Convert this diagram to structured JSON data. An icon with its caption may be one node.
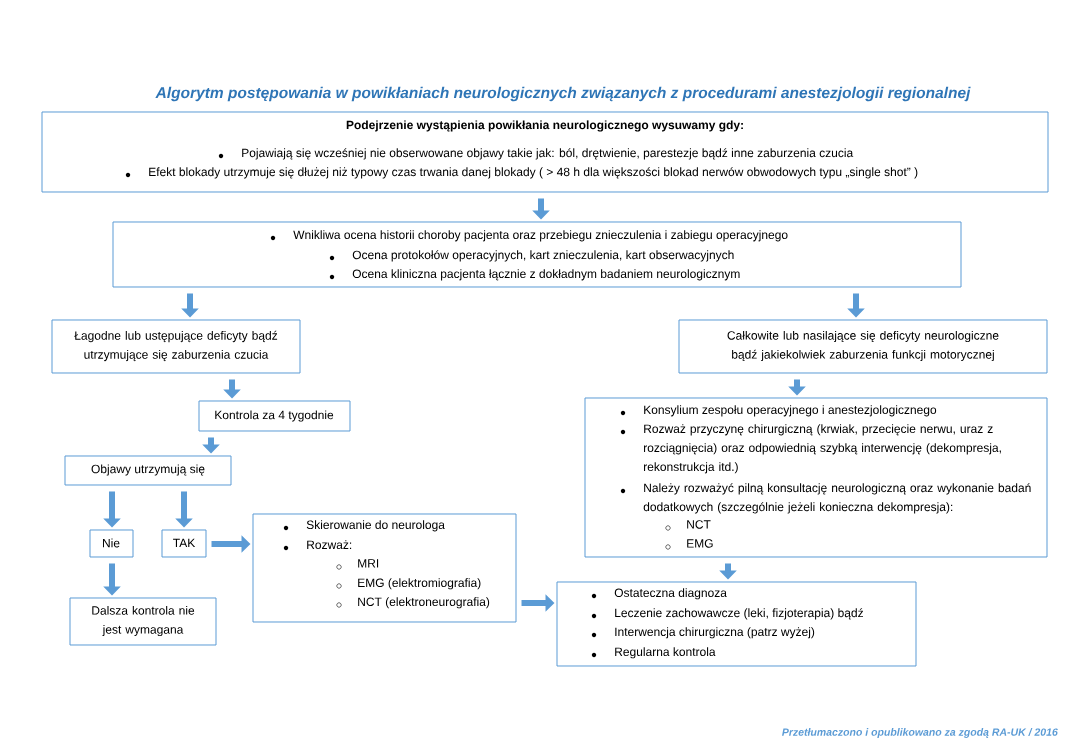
{
  "diagram": {
    "title": "Algorytm postępowania w powikłaniach neurologicznych związanych z procedurami anestezjologii regionalnej",
    "nodes": [
      {
        "text": [
          "Podejrzenie wystąpienia powikłania neurologicznego wysuwamy gdy:",
          "Pojawiają się wcześniej nie obserwowane objawy takie jak: ból, drętwienie, parestezje bądź inne zaburzenia czucia",
          "Efekt blokady utrzymuje się dłużej niż typowy czas trwania danej blokady  ( > 48 h dla większości blokad nerwów obwodowych typu „single shot” )"
        ]
      },
      {
        "text": [
          "Wnikliwa ocena historii choroby pacjenta oraz przebiegu znieczulenia i zabiegu operacyjnego",
          "Ocena protokołów operacyjnych, kart znieczulenia, kart obserwacyjnych",
          "Ocena kliniczna pacjenta łącznie z dokładnym badaniem neurologicznym"
        ]
      },
      {
        "text": [
          "Łagodne lub ustępujące deficyty bądź utrzymujące się zaburzenia czucia"
        ]
      },
      {
        "text": [
          "Całkowite lub nasilające się deficyty neurologiczne bądź jakiekolwiek zaburzenia funkcji motorycznej"
        ]
      },
      {
        "text": [
          "Kontrola za 4 tygodnie"
        ]
      },
      {
        "text": [
          "Objawy utrzymują się"
        ]
      },
      {
        "text": [
          "Nie"
        ]
      },
      {
        "text": [
          "TAK"
        ]
      },
      {
        "text": [
          "Dalsza kontrola nie jest wymagana"
        ]
      },
      {
        "text": [
          "Skierowanie do neurologa",
          "Rozważ:",
          "MRI",
          "EMG (elektromiografia)",
          "NCT (elektroneurografia)"
        ]
      },
      {
        "text": [
          "Konsylium zespołu operacyjnego i anestezjologicznego",
          "Rozważ przyczynę chirurgiczną (krwiak, przecięcie nerwu, uraz z rozciągnięcia) oraz odpowiednią szybką interwencję (dekompresja, rekonstrukcja itd.)",
          "Należy rozważyć pilną konsultację neurologiczną oraz wykonanie badań dodatkowych (szczególnie jeżeli konieczna dekompresja):",
          "NCT",
          "EMG"
        ]
      },
      {
        "text": [
          "Ostateczna diagnoza",
          "Leczenie zachowawcze (leki, fizjoterapia) bądź",
          "Interwencja chirurgiczna (patrz wyżej)",
          "Regularna kontrola"
        ]
      }
    ],
    "edges": [
      {
        "from": 0,
        "to": 1,
        "arrow": "to"
      },
      {
        "from": 1,
        "to": 2,
        "arrow": "to"
      },
      {
        "from": 1,
        "to": 3,
        "arrow": "to"
      },
      {
        "from": 2,
        "to": 4,
        "arrow": "to"
      },
      {
        "from": 4,
        "to": 5,
        "arrow": "to"
      },
      {
        "from": 5,
        "to": 6,
        "arrow": "to"
      },
      {
        "from": 5,
        "to": 7,
        "arrow": "to"
      },
      {
        "from": 6,
        "to": 8,
        "arrow": "to"
      },
      {
        "from": 7,
        "to": 9,
        "arrow": "to"
      },
      {
        "from": 3,
        "to": 10,
        "arrow": "to"
      },
      {
        "from": 9,
        "to": 11,
        "arrow": "to"
      },
      {
        "from": 10,
        "to": 11,
        "arrow": "to"
      }
    ],
    "labels": [
      "Przetłumaczono i opublikowano za zgodą RA-UK / 2016"
    ]
  }
}
